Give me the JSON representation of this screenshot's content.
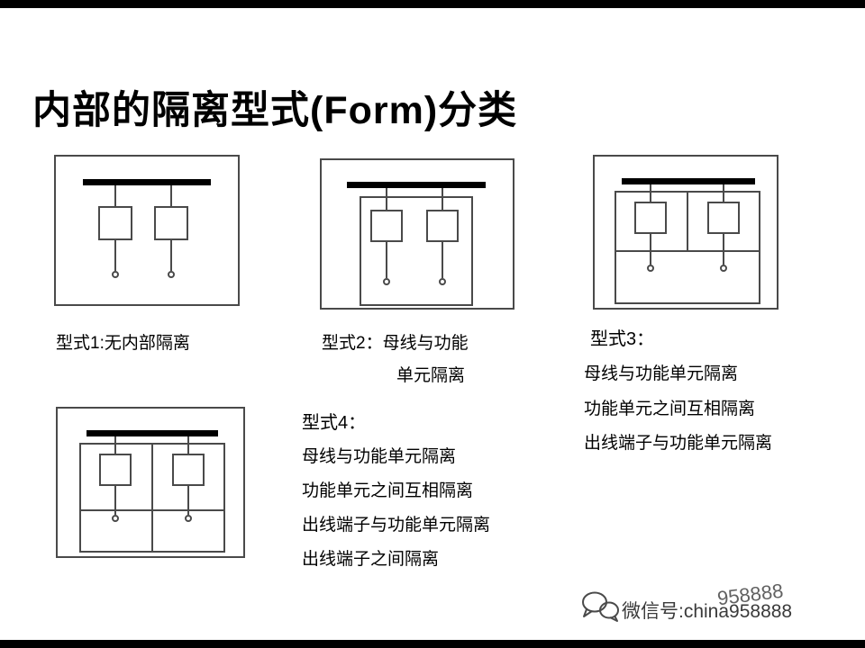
{
  "slide": {
    "title": "内部的隔离型式(Form)分类"
  },
  "forms": {
    "form1": {
      "label": "型式1:无内部隔离"
    },
    "form2": {
      "label_line1": "型式2：母线与功能",
      "label_line2": "单元隔离"
    },
    "form3": {
      "title": "型式3：",
      "lines": [
        "母线与功能单元隔离",
        "功能单元之间互相隔离",
        "出线端子与功能单元隔离"
      ]
    },
    "form4": {
      "title": "型式4：",
      "lines": [
        "母线与功能单元隔离",
        "功能单元之间互相隔离",
        "出线端子与功能单元隔离",
        "出线端子之间隔离"
      ]
    }
  },
  "watermark": {
    "icon": "wechat-icon",
    "text": "微信号:china958888",
    "overlay_text": "958888"
  },
  "colors": {
    "line": "#4a4a4a",
    "busbar": "#000000",
    "edge_bar": "#000000",
    "background": "#ffffff"
  }
}
